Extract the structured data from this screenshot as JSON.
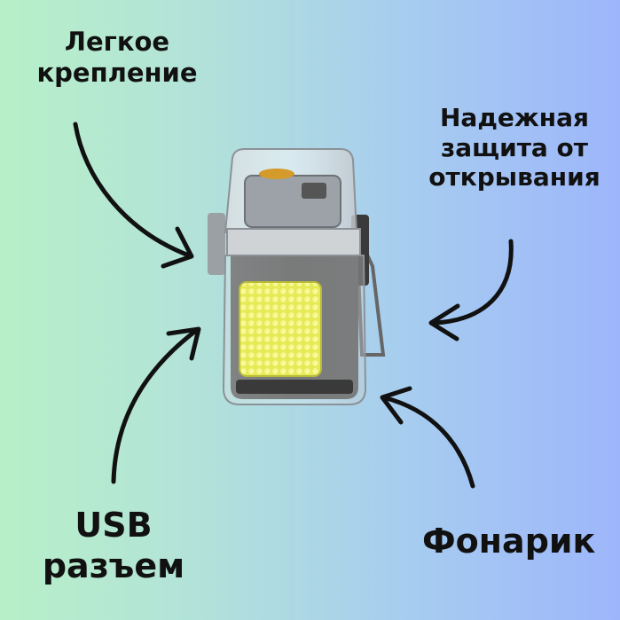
{
  "labels": {
    "mount": [
      "Легкое",
      "крепление"
    ],
    "protection": [
      "Надежная",
      "защита от",
      "открывания"
    ],
    "usb": [
      "USB",
      "разъем"
    ],
    "flashlight": "Фонарик"
  },
  "colors": {
    "gradient_left": "#b7f0c8",
    "gradient_right": "#9db6fb",
    "arrow": "#111111",
    "flashlight_led": "#eef25a",
    "device_body": "#4b4b4b"
  },
  "icons": [
    "arrow-icon",
    "lighter-flashlight-product"
  ]
}
